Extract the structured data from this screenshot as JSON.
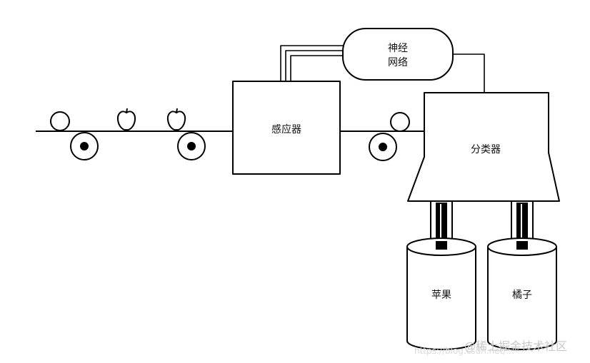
{
  "diagram": {
    "nodes": {
      "neural_network": {
        "line1": "神经",
        "line2": "网络"
      },
      "sensor": {
        "label": "感应器"
      },
      "classifier": {
        "label": "分类器"
      },
      "bin_apple": {
        "label": "苹果"
      },
      "bin_orange": {
        "label": "橘子"
      }
    },
    "watermark": {
      "url": "https://blog.csdn.net/...",
      "text": "@稀土掘金技术社区"
    }
  }
}
